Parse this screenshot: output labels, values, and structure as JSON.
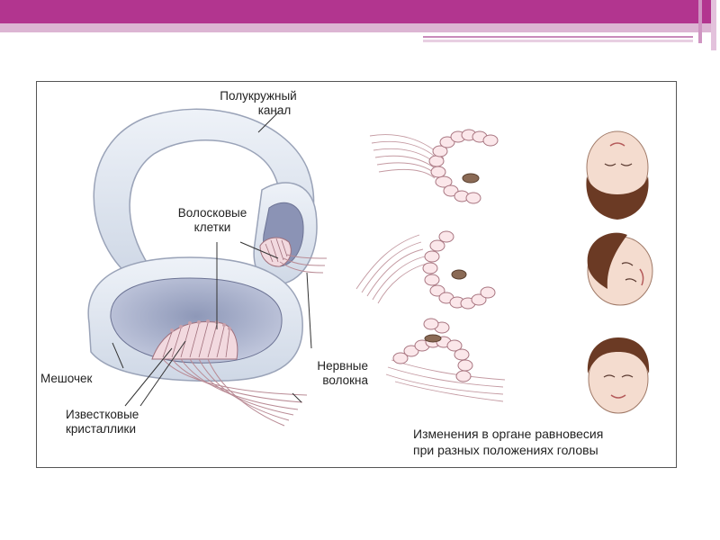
{
  "slide": {
    "colors": {
      "accent": "#b2358f",
      "accent_light": "#dcb5d3",
      "line": "#333333"
    }
  },
  "diagram": {
    "labels": {
      "semicircular_canal": [
        "Полукружный",
        "канал"
      ],
      "hair_cells": [
        "Волосковые",
        "клетки"
      ],
      "sac": "Мешочек",
      "nerve_fibers": [
        "Нервные",
        "волокна"
      ],
      "calcareous_crystals": [
        "Известковые",
        "кристаллики"
      ]
    },
    "caption": [
      "Изменения в органе равновесия",
      "при разных положениях головы"
    ],
    "icons": [
      "vestibular-organ",
      "receptor-arc-tilted-back",
      "receptor-arc-tilted-side",
      "receptor-arc-upright",
      "head-upside-down",
      "head-tilted",
      "head-upright"
    ]
  }
}
